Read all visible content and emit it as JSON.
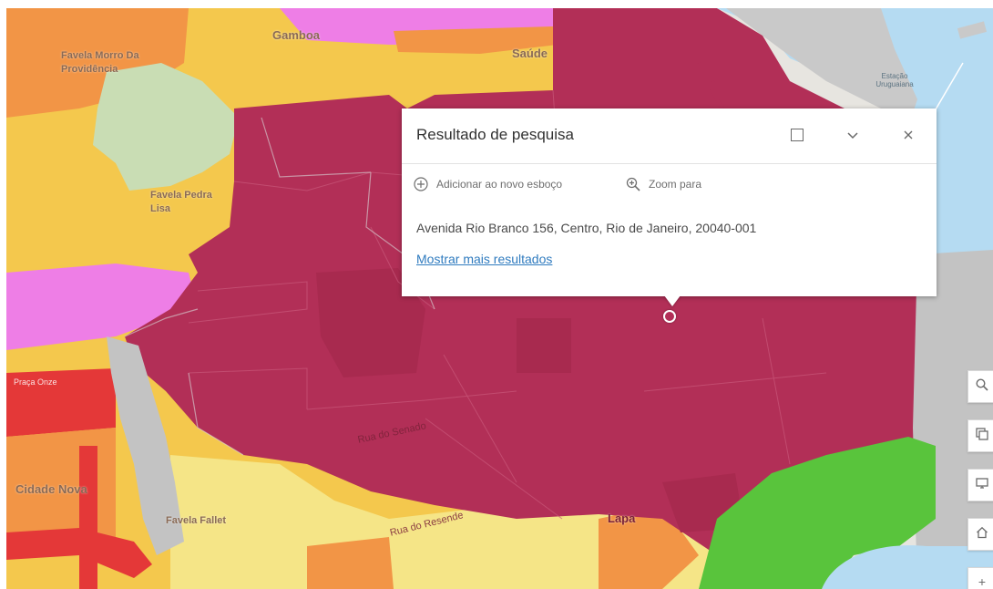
{
  "colors": {
    "accent_link": "#2f7bbf",
    "zone_red": "#b22f57",
    "zone_orange": "#f29546",
    "zone_yellow": "#f4c84d",
    "zone_lightyellow": "#f5e587",
    "zone_pink": "#ee7ee6",
    "zone_green": "#59c43c",
    "zone_lightgreen": "#c9ddb4",
    "water": "#b5dbf2",
    "gray": "#c3c3c3"
  },
  "popup": {
    "title": "Resultado de pesquisa",
    "header_icons": [
      "dock-icon",
      "collapse-chevron-icon",
      "close-icon"
    ],
    "actions": [
      {
        "label": "Adicionar ao novo esboço",
        "icon": "add-circle-icon"
      },
      {
        "label": "Zoom para",
        "icon": "zoom-in-icon"
      }
    ],
    "address": "Avenida Rio Branco 156, Centro, Rio de Janeiro, 20040-001",
    "more_link": "Mostrar mais resultados"
  },
  "map_labels": {
    "gamboa": "Gamboa",
    "saude": "Saúde",
    "favela_providencia": "Favela Morro Da Providência",
    "favela_pedra_lisa": "Favela Pedra Lisa",
    "cidade_nova": "Cidade Nova",
    "favela_fallet": "Favela Fallet",
    "lapa": "Lapa",
    "estacao_uruguaiana": "Estação Uruguaiana",
    "rua_do_senado": "Rua do Senado",
    "rua_do_resende": "Rua do Resende",
    "praca_onze": "Praça Onze"
  },
  "tools": [
    "search-icon",
    "layers-icon",
    "screen-icon",
    "home-icon",
    "zoom-in-icon"
  ]
}
